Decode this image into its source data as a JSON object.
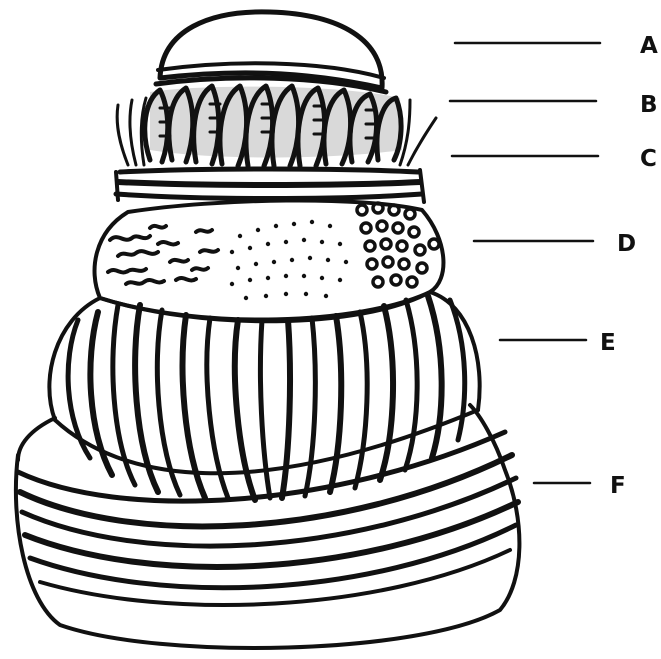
{
  "diagram": {
    "colors": {
      "ink": "#111111",
      "background": "#ffffff",
      "shade": "#d9d9d9"
    },
    "labels": [
      {
        "id": "A",
        "text": "A"
      },
      {
        "id": "B",
        "text": "B"
      },
      {
        "id": "C",
        "text": "C"
      },
      {
        "id": "D",
        "text": "D"
      },
      {
        "id": "E",
        "text": "E"
      },
      {
        "id": "F",
        "text": "F"
      }
    ]
  }
}
